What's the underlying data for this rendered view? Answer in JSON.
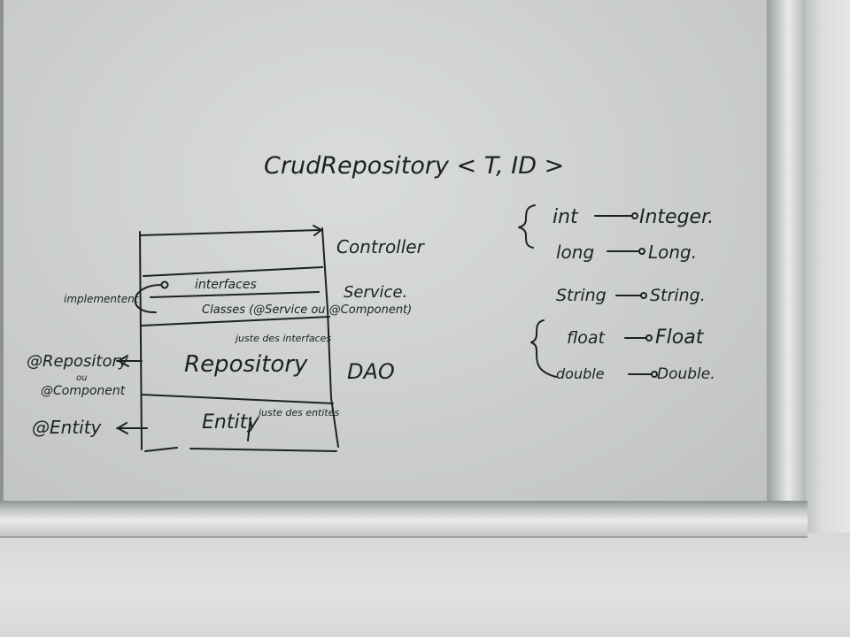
{
  "title": "CrudRepository < T, ID >",
  "layers": {
    "controller": "Controller",
    "service": "Service.",
    "interfaces": "interfaces",
    "classes": "Classes (@Service ou @Component)",
    "implements": "implementent",
    "repository": "Repository",
    "repository_note": "juste des interfaces",
    "dao": "DAO",
    "entity": "Entity",
    "entity_note": "juste des entités"
  },
  "annotations": {
    "repository_annotation": "@Repository",
    "ou": "ou",
    "component_annotation": "@Component",
    "entity_annotation": "@Entity"
  },
  "type_mappings": [
    {
      "primitive": "int",
      "wrapper": "Integer."
    },
    {
      "primitive": "long",
      "wrapper": "Long."
    },
    {
      "primitive": "String",
      "wrapper": "String."
    },
    {
      "primitive": "float",
      "wrapper": "Float"
    },
    {
      "primitive": "double",
      "wrapper": "Double."
    }
  ],
  "colors": {
    "ink": "#1d2123",
    "board": "#d2d5d4",
    "frame": "#c4c7c6"
  }
}
